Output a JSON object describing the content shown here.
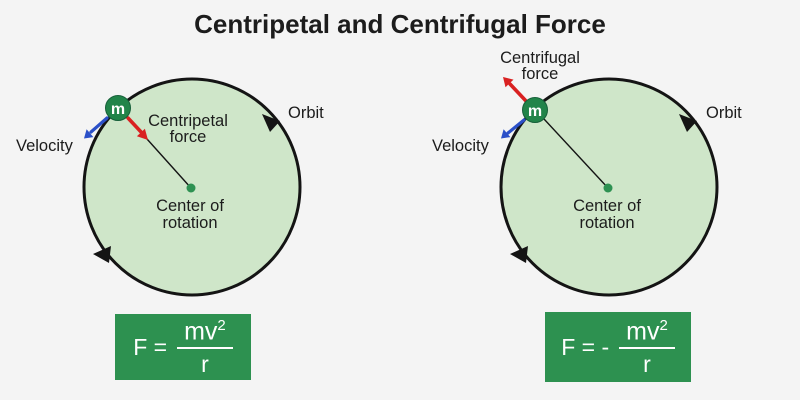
{
  "title": "Centripetal and Centrifugal Force",
  "colors": {
    "background": "#f4f4f4",
    "title_text": "#1c1c1c",
    "orbit_fill": "#cfe6c9",
    "orbit_stroke": "#141414",
    "mass_fill": "#218449",
    "center_dot": "#2e9152",
    "centripetal_arrow_red": "#d92121",
    "velocity_arrow_blue": "#2b50c8",
    "formula_box_bg": "#2d9150",
    "formula_text": "#ffffff"
  },
  "left_diagram": {
    "mass_label": "m",
    "orbit_label": "Orbit",
    "velocity_label": "Velocity",
    "force_label_line1": "Centripetal",
    "force_label_line2": "force",
    "center_label_line1": "Center of",
    "center_label_line2": "rotation",
    "formula": {
      "prefix": "F =",
      "numerator_base": "mv",
      "exponent": "2",
      "denominator": "r"
    }
  },
  "right_diagram": {
    "mass_label": "m",
    "orbit_label": "Orbit",
    "velocity_label": "Velocity",
    "force_label_line1": "Centrifugal",
    "force_label_line2": "force",
    "center_label_line1": "Center of",
    "center_label_line2": "rotation",
    "formula": {
      "prefix": "F = -",
      "numerator_base": "mv",
      "exponent": "2",
      "denominator": "r"
    }
  }
}
